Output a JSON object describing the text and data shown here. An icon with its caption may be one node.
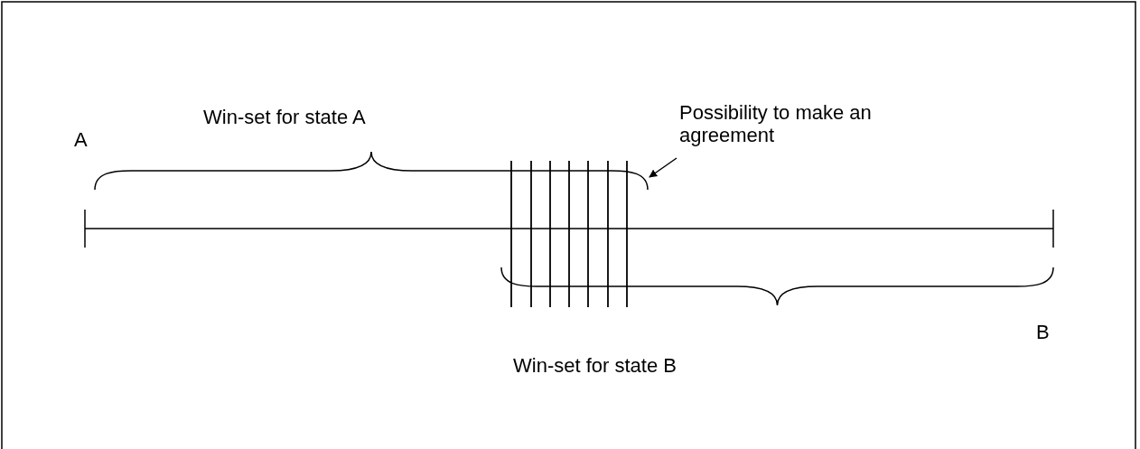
{
  "diagram": {
    "nodes": [
      {
        "text": [
          "Possibility to make an agreement"
        ]
      },
      {
        "text": [],
        "shape": "brace"
      }
    ],
    "edges": [
      {
        "from": 0,
        "to": 1,
        "arrow": "to"
      }
    ],
    "labels": [
      "Win-set for state A",
      "A",
      "B",
      "Win-set for state B"
    ]
  }
}
